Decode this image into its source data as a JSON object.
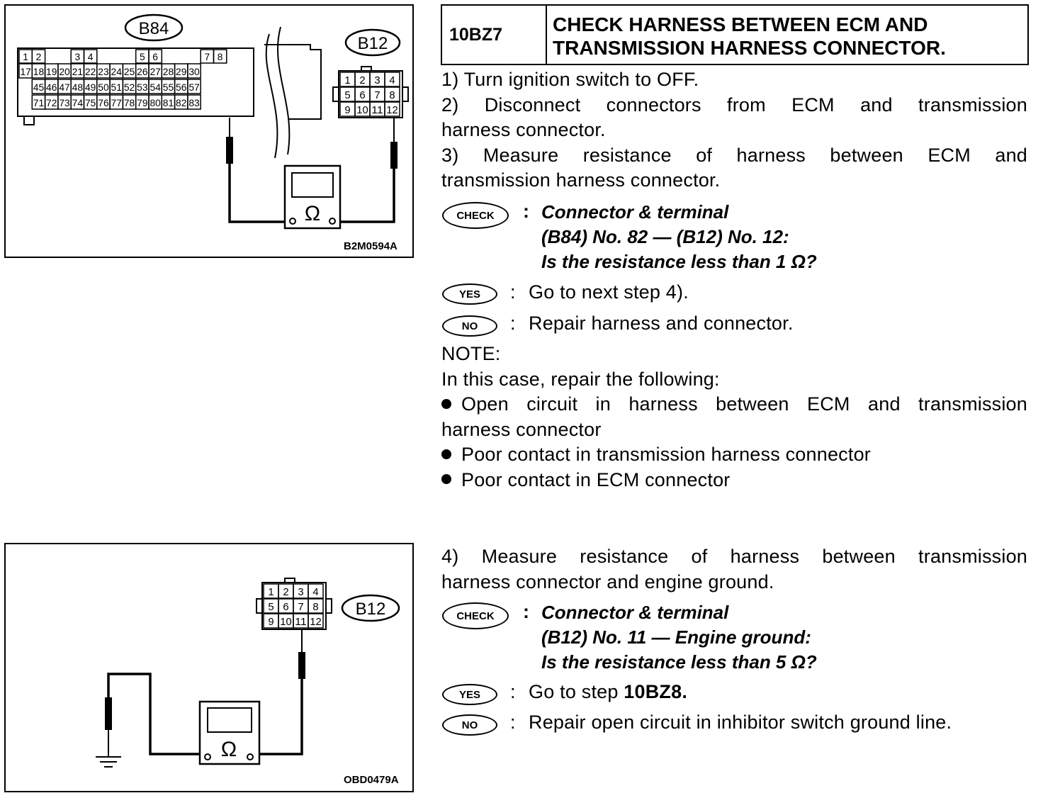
{
  "step": {
    "code": "10BZ7",
    "title_line1": "CHECK HARNESS BETWEEN ECM AND",
    "title_line2": "TRANSMISSION HARNESS CONNECTOR."
  },
  "figure1": {
    "code": "B2M0594A",
    "connector_left": "B84",
    "connector_right": "B12",
    "b84_row1": [
      "1",
      "2",
      "3",
      "4",
      "5",
      "6",
      "7",
      "8"
    ],
    "b84_row2": [
      "17",
      "18",
      "19",
      "20",
      "21",
      "22",
      "23",
      "24",
      "25",
      "26",
      "27",
      "28",
      "29",
      "30"
    ],
    "b84_row3": [
      "45",
      "46",
      "47",
      "48",
      "49",
      "50",
      "51",
      "52",
      "53",
      "54",
      "55",
      "56",
      "57"
    ],
    "b84_row4": [
      "71",
      "72",
      "73",
      "74",
      "75",
      "76",
      "77",
      "78",
      "79",
      "80",
      "81",
      "82",
      "83"
    ],
    "b12_rows": [
      [
        "1",
        "2",
        "3",
        "4"
      ],
      [
        "5",
        "6",
        "7",
        "8"
      ],
      [
        "9",
        "10",
        "11",
        "12"
      ]
    ],
    "meter_symbol": "Ω"
  },
  "figure2": {
    "code": "OBD0479A",
    "connector": "B12",
    "b12_rows": [
      [
        "1",
        "2",
        "3",
        "4"
      ],
      [
        "5",
        "6",
        "7",
        "8"
      ],
      [
        "9",
        "10",
        "11",
        "12"
      ]
    ],
    "meter_symbol": "Ω"
  },
  "badges": {
    "check": "CHECK",
    "yes": "YES",
    "no": "NO"
  },
  "section1": {
    "step1": "1)  Turn ignition switch to OFF.",
    "step2_line1": "2) Disconnect connectors from ECM and transmission",
    "step2_line2": "harness connector.",
    "step3_line1": "3) Measure resistance of harness between ECM and",
    "step3_line2": "transmission harness connector.",
    "colon": ":",
    "check_line1": "Connector & terminal",
    "check_line2": "(B84) No. 82 — (B12) No. 12:",
    "check_line3": "Is the resistance less than 1 Ω?",
    "yes_text": "Go to next step 4).",
    "no_text": "Repair harness and connector.",
    "note_label": "NOTE:",
    "note_intro": "In this case, repair the following:",
    "bullet1_line1": "Open circuit in harness between ECM and transmission",
    "bullet1_line2": "harness connector",
    "bullet2": "Poor contact in transmission harness connector",
    "bullet3": "Poor contact in ECM connector"
  },
  "section2": {
    "step4_line1": "4) Measure resistance of harness between transmission",
    "step4_line2": "harness connector and engine ground.",
    "colon": ":",
    "check_line1": "Connector & terminal",
    "check_line2": "(B12) No. 11 — Engine ground:",
    "check_line3": "Is the resistance less than 5 Ω?",
    "yes_prefix": "Go to step ",
    "yes_target": "10BZ8.",
    "no_text": "Repair open circuit in inhibitor switch ground line."
  }
}
